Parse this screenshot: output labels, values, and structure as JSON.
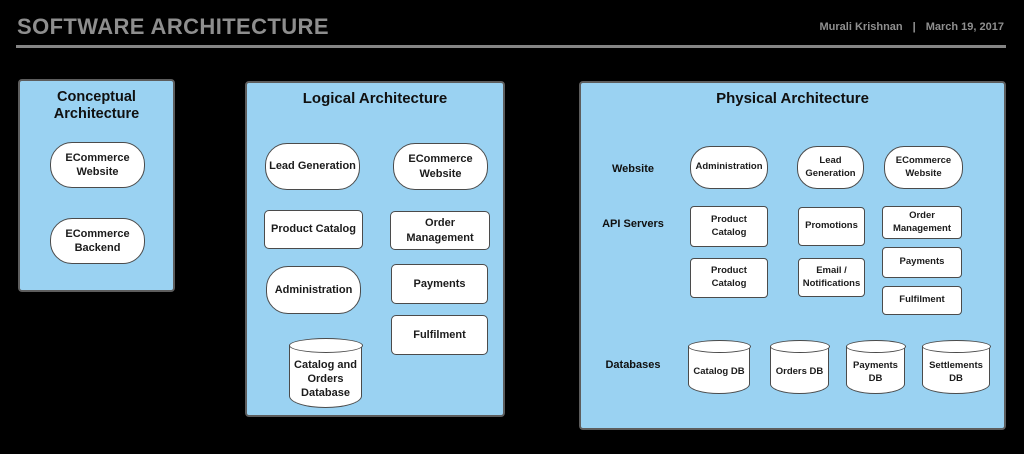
{
  "header": {
    "title": "SOFTWARE ARCHITECTURE",
    "author": "Murali Krishnan",
    "separator": "|",
    "date": "March 19, 2017"
  },
  "colors": {
    "background": "#000000",
    "panel_fill": "#9ad2f2",
    "panel_border": "#5d5d5d",
    "node_fill": "#ffffff",
    "node_border": "#4b4b4b",
    "header_text": "#8e8e8e",
    "rule": "#858585"
  },
  "panels": {
    "conceptual": {
      "title": "Conceptual Architecture",
      "nodes": [
        {
          "label": "ECommerce Website",
          "shape": "rounded"
        },
        {
          "label": "ECommerce Backend",
          "shape": "rounded"
        }
      ]
    },
    "logical": {
      "title": "Logical Architecture",
      "nodes": [
        {
          "label": "Lead Generation",
          "shape": "rounded"
        },
        {
          "label": "ECommerce Website",
          "shape": "rounded"
        },
        {
          "label": "Product Catalog",
          "shape": "rect"
        },
        {
          "label": "Order Management",
          "shape": "rect"
        },
        {
          "label": "Administration",
          "shape": "rounded"
        },
        {
          "label": "Payments",
          "shape": "rect"
        },
        {
          "label": "Fulfilment",
          "shape": "rect"
        },
        {
          "label": "Catalog and Orders Database",
          "shape": "cylinder"
        }
      ]
    },
    "physical": {
      "title": "Physical Architecture",
      "rows": [
        {
          "label": "Website",
          "nodes": [
            {
              "label": "Administration",
              "shape": "rounded"
            },
            {
              "label": "Lead Generation",
              "shape": "rounded"
            },
            {
              "label": "ECommerce Website",
              "shape": "rounded"
            }
          ]
        },
        {
          "label": "API Servers",
          "nodes": [
            {
              "label": "Product Catalog",
              "shape": "rect"
            },
            {
              "label": "Promotions",
              "shape": "rect"
            },
            {
              "label": "Order Management",
              "shape": "rect"
            },
            {
              "label": "Product Catalog",
              "shape": "rect"
            },
            {
              "label": "Email / Notifications",
              "shape": "rect"
            },
            {
              "label": "Payments",
              "shape": "rect"
            },
            {
              "label": "Fulfilment",
              "shape": "rect"
            }
          ]
        },
        {
          "label": "Databases",
          "nodes": [
            {
              "label": "Catalog DB",
              "shape": "cylinder"
            },
            {
              "label": "Orders DB",
              "shape": "cylinder"
            },
            {
              "label": "Payments DB",
              "shape": "cylinder"
            },
            {
              "label": "Settlements DB",
              "shape": "cylinder"
            }
          ]
        }
      ]
    }
  }
}
